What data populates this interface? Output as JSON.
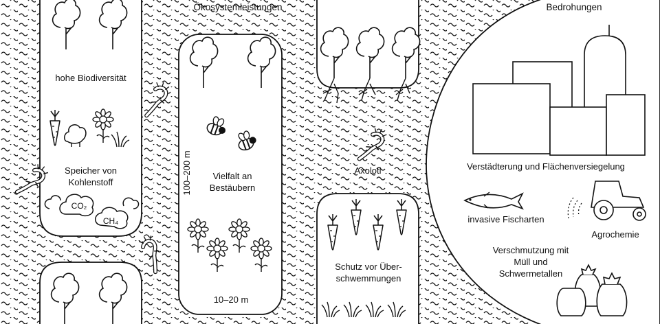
{
  "titles": {
    "ecosystem_services": "Ökosystemleistungen",
    "threats": "Bedrohungen"
  },
  "ecosystem_labels": {
    "biodiversity": "hohe Biodiversität",
    "carbon_storage": "Speicher von Kohlenstoff",
    "pollinators": "Vielfalt an Bestäubern",
    "flood_protection": "Schutz vor Über-schwemmungen",
    "axolotl": "Axolotl",
    "width_range": "100–200 m",
    "length_range": "10–20 m",
    "co2": "CO₂",
    "ch4": "CH₄"
  },
  "threat_labels": {
    "urbanization": "Verstädterung und Flächenversiegelung",
    "invasive_fish": "invasive Fischarten",
    "agrochemistry": "Agrochemie",
    "pollution": "Verschmutzung mit Müll und Schwermetallen"
  },
  "colors": {
    "ink": "#111111",
    "background": "#ffffff"
  }
}
